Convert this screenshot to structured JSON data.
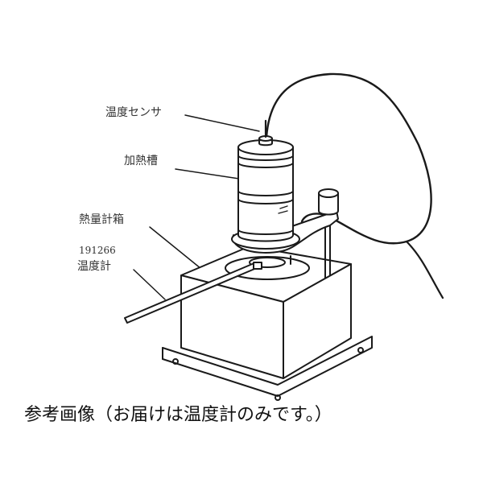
{
  "labels": {
    "sensor": "温度センサ",
    "heater": "加熱槽",
    "calorimeter": "熱量計箱",
    "model": "191266",
    "thermometer": "温度計"
  },
  "caption": "参考画像（お届けは温度計のみです。）",
  "colors": {
    "line": "#1a1a1a",
    "background": "#ffffff",
    "text": "#333333"
  }
}
